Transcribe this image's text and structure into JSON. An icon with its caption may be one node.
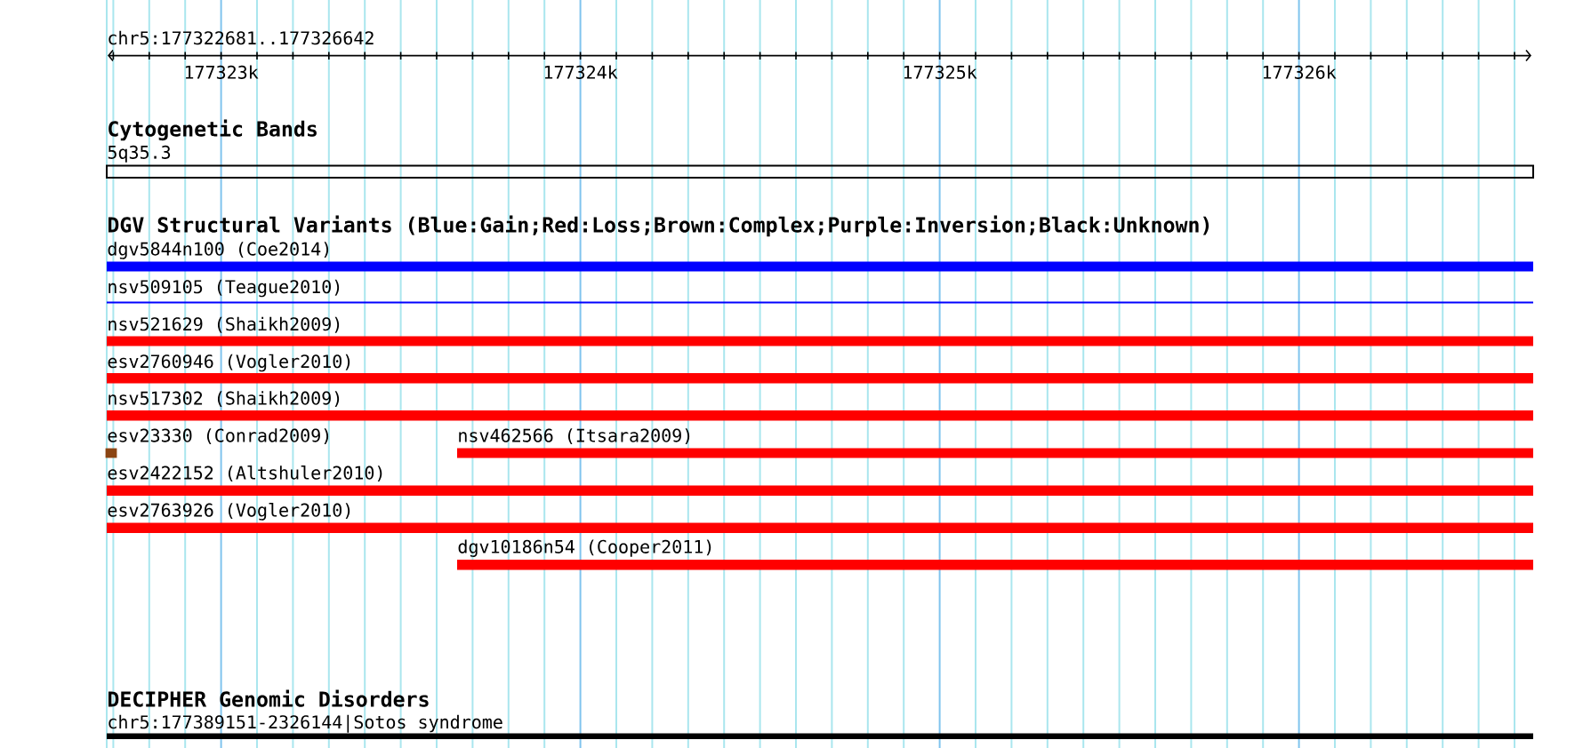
{
  "diagram": {
    "nodes": [
      {
        "text": [
          "5q35.3"
        ]
      },
      {
        "text": [
          "dgv5844n100 (Coe2014)"
        ]
      },
      {
        "text": [
          "nsv509105 (Teague2010)"
        ]
      },
      {
        "text": [
          "nsv521629 (Shaikh2009)"
        ]
      },
      {
        "text": [
          "esv2760946 (Vogler2010)"
        ]
      },
      {
        "text": [
          "nsv517302 (Shaikh2009)"
        ]
      },
      {
        "text": [
          "esv23330 (Conrad2009)"
        ]
      },
      {
        "text": [
          "nsv462566 (Itsara2009)"
        ]
      },
      {
        "text": [
          "esv2422152 (Altshuler2010)"
        ]
      },
      {
        "text": [
          "esv2763926 (Vogler2010)"
        ]
      },
      {
        "text": [
          "dgv10186n54 (Cooper2011)"
        ]
      },
      {
        "text": [
          "chr5:177389151-2326144|Sotos syndrome"
        ]
      }
    ],
    "labels": [
      "chr5:177322681..177326642",
      "177323k",
      "177324k",
      "177325k",
      "177326k",
      "Cytogenetic Bands",
      "DGV Structural Variants (Blue:Gain;Red:Loss;Brown:Complex;Purple:Inversion;Black:Unknown)",
      "DECIPHER Genomic Disorders"
    ]
  }
}
